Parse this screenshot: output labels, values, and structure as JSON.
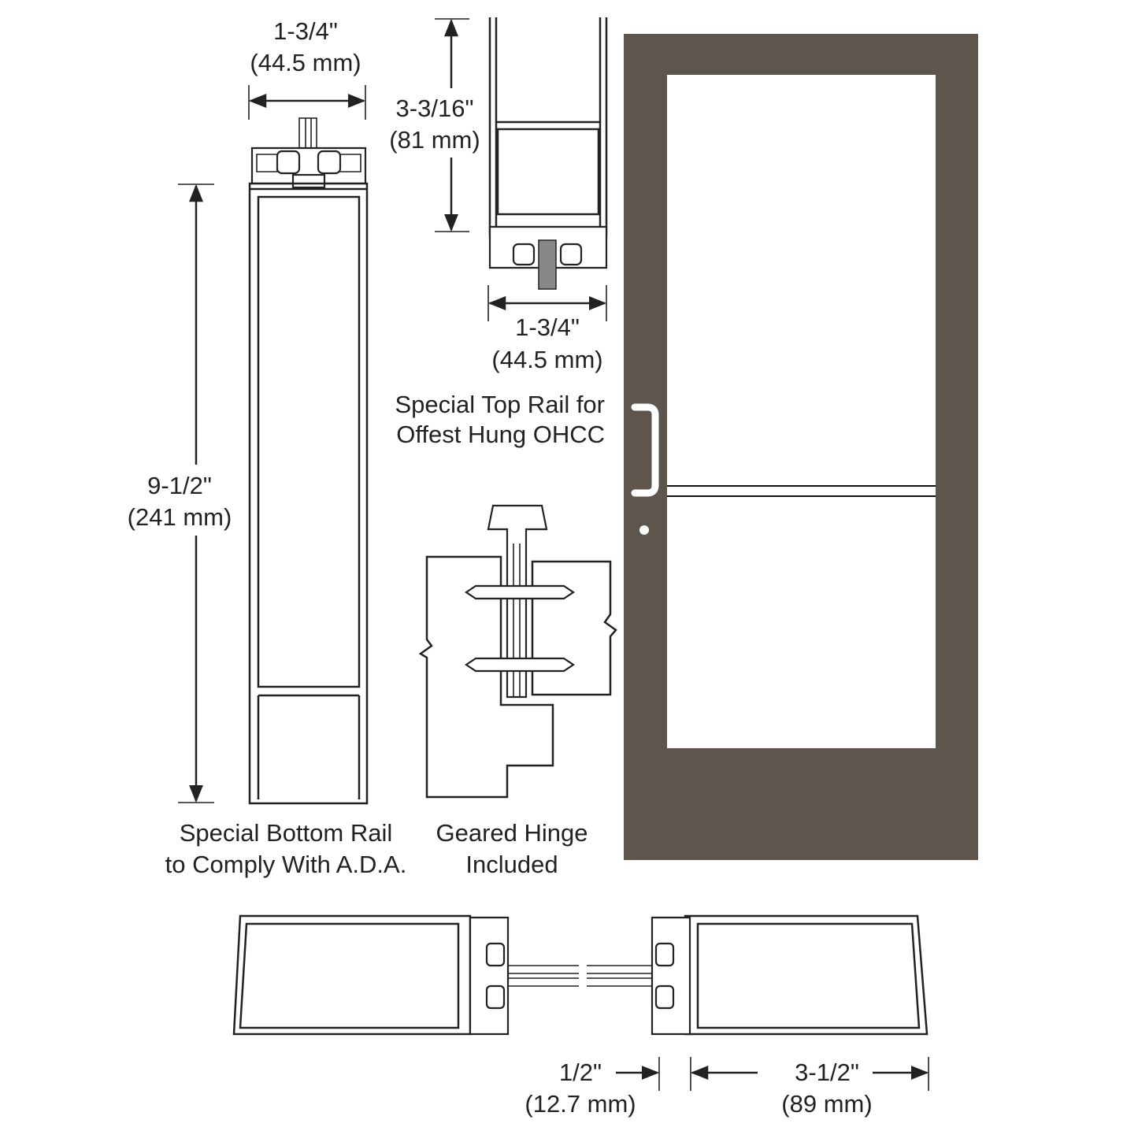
{
  "colors": {
    "door_finish": "#5e554d",
    "line": "#222222",
    "background": "#ffffff"
  },
  "bottom_rail": {
    "width_in": "1-3/4\"",
    "width_mm": "(44.5 mm)",
    "height_in": "9-1/2\"",
    "height_mm": "(241 mm)",
    "caption_line1": "Special Bottom Rail",
    "caption_line2": "to Comply With A.D.A."
  },
  "top_rail": {
    "height_in": "3-3/16\"",
    "height_mm": "(81 mm)",
    "width_in": "1-3/4\"",
    "width_mm": "(44.5 mm)",
    "caption_line1": "Special Top Rail for",
    "caption_line2": "Offest Hung OHCC"
  },
  "hinge": {
    "caption_line1": "Geared Hinge",
    "caption_line2": "Included"
  },
  "stile": {
    "gap_in": "1/2\"",
    "gap_mm": "(12.7 mm)",
    "width_in": "3-1/2\"",
    "width_mm": "(89 mm)"
  }
}
